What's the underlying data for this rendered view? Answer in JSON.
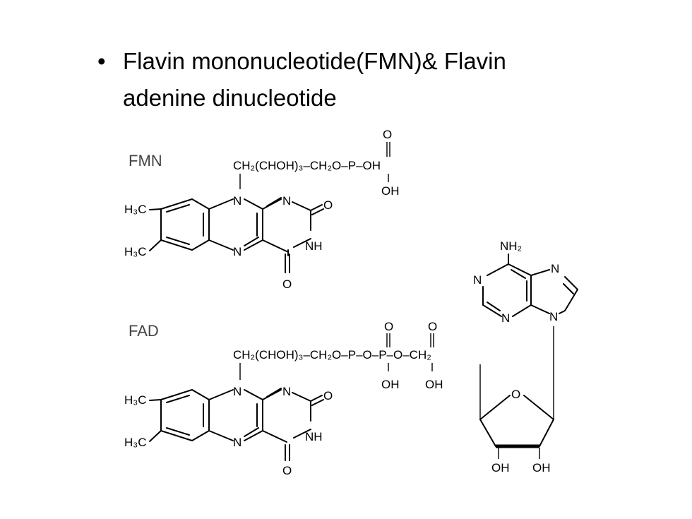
{
  "title": {
    "bullet": "•",
    "line1": "Flavin mononucleotide(FMN)& Flavin",
    "line2": "adenine dinucleotide"
  },
  "fmn": {
    "name": "FMN",
    "chain": "CH₂(CHOH)₃–CH₂O–P–OH",
    "phosphate_oxo": "O",
    "phosphate_oh": "OH",
    "methyl_top": "H₃C",
    "methyl_bottom": "H₃C",
    "n10": "N",
    "n1": "N",
    "n5": "N",
    "n3h": "NH",
    "c2_oxo": "O",
    "c4_oxo": "O"
  },
  "fad": {
    "name": "FAD",
    "chain": "CH₂(CHOH)₃–CH₂O–P–O–P–O–CH₂",
    "phosphate1_oxo": "O",
    "phosphate2_oxo": "O",
    "phosphate1_oh": "OH",
    "phosphate2_oh": "OH",
    "methyl_top": "H₃C",
    "methyl_bottom": "H₃C",
    "n10": "N",
    "n1": "N",
    "n5": "N",
    "n3h": "NH",
    "c2_oxo": "O",
    "c4_oxo": "O",
    "ribose_o": "O",
    "ribose_oh_left": "OH",
    "ribose_oh_right": "OH"
  },
  "adenine": {
    "amine": "NH₂",
    "n1": "N",
    "n3": "N",
    "n7": "N",
    "n9": "N"
  }
}
